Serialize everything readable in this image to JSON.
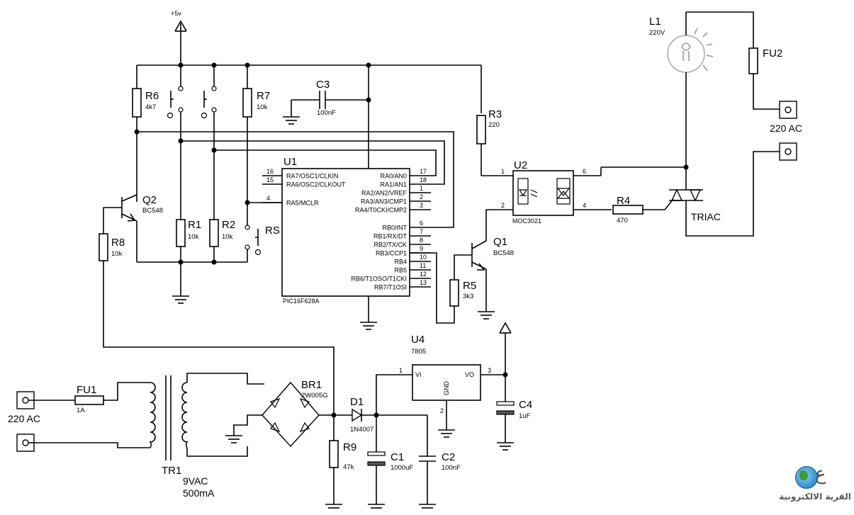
{
  "labels": {
    "vcc": "+5v",
    "u1_ref": "U1",
    "u1_part": "PIC16F628A",
    "u1_pins_left": [
      {
        "num": "16",
        "name": "RA7/OSC1/CLKIN"
      },
      {
        "num": "15",
        "name": "RA6/OSC2/CLKOUT"
      },
      {
        "num": "4",
        "name": "RA5/MCLR"
      }
    ],
    "u1_pins_right": [
      {
        "num": "17",
        "name": "RA0/AN0"
      },
      {
        "num": "18",
        "name": "RA1/AN1"
      },
      {
        "num": "1",
        "name": "RA2/AN2/VREF"
      },
      {
        "num": "2",
        "name": "RA3/AN3/CMP1"
      },
      {
        "num": "3",
        "name": "RA4/T0CKI/CMP2"
      },
      {
        "num": "6",
        "name": "RB0/INT"
      },
      {
        "num": "7",
        "name": "RB1/RX/DT"
      },
      {
        "num": "8",
        "name": "RB2/TX/CK"
      },
      {
        "num": "9",
        "name": "RB3/CCP1"
      },
      {
        "num": "10",
        "name": "RB4"
      },
      {
        "num": "11",
        "name": "RB5"
      },
      {
        "num": "12",
        "name": "RB6/T1OSO/T1CKI"
      },
      {
        "num": "13",
        "name": "RB7/T1OSI"
      }
    ],
    "u2_ref": "U2",
    "u2_part": "MOC3021",
    "u2_pins": [
      "1",
      "2",
      "6",
      "4"
    ],
    "u4_ref": "U4",
    "u4_part": "7805",
    "u4_vi": "VI",
    "u4_vo": "VO",
    "u4_gnd": "GND",
    "u4_pins": [
      "1",
      "3",
      "2"
    ],
    "r1": "R1",
    "r1_val": "10k",
    "r2": "R2",
    "r2_val": "10k",
    "r3": "R3",
    "r3_val": "220",
    "r4": "R4",
    "r4_val": "470",
    "r5": "R5",
    "r5_val": "3k3",
    "r6": "R6",
    "r6_val": "4k7",
    "r7": "R7",
    "r7_val": "10k",
    "r8": "R8",
    "r8_val": "10k",
    "r9": "R9",
    "r9_val": "47k",
    "c1": "C1",
    "c1_val": "1000uF",
    "c2": "C2",
    "c2_val": "100nF",
    "c3": "C3",
    "c3_val": "100nF",
    "c4": "C4",
    "c4_val": "1uF",
    "q1": "Q1",
    "q1_val": "BC548",
    "q2": "Q2",
    "q2_val": "BC548",
    "d1": "D1",
    "d1_val": "1N4007",
    "br1": "BR1",
    "br1_val": "2W005G",
    "fu1": "FU1",
    "fu1_val": "1A",
    "fu2": "FU2",
    "l1": "L1",
    "l1_val": "220V",
    "rs": "RS",
    "triac": "TRIAC",
    "tr1": "TR1",
    "tr1_v": "9VAC",
    "tr1_i": "500mA",
    "ac_top": "220 AC",
    "ac_bottom": "220 AC"
  },
  "logo": {
    "name": "القرية الالكترونية",
    "mark": "ع"
  }
}
